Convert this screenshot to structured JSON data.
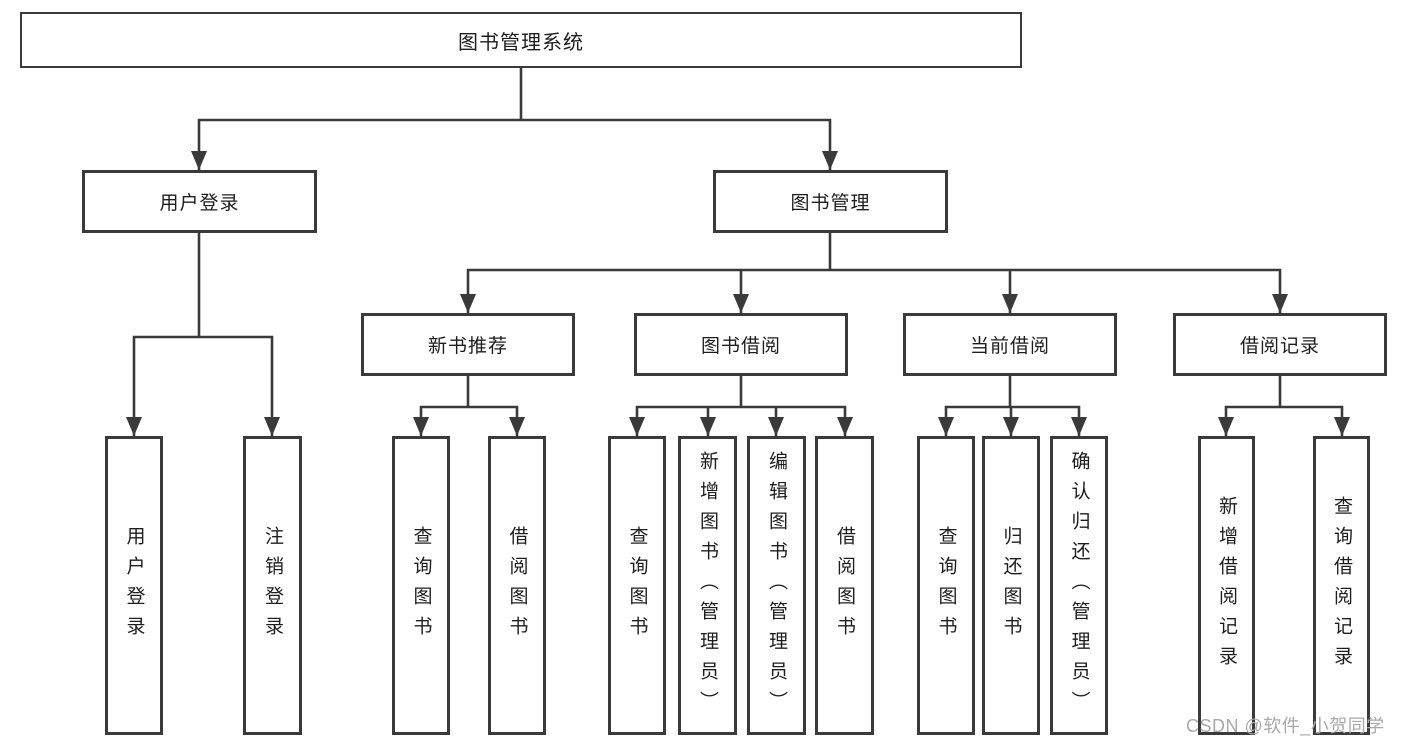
{
  "colors": {
    "line": "#3a3a3a",
    "text": "#1d1d1d",
    "watermark": "#a9a9a9",
    "background": "#ffffff"
  },
  "tree": {
    "root": {
      "label": "图书管理系统"
    },
    "branches": [
      {
        "label": "用户登录",
        "children": [
          {
            "label": "用户登录"
          },
          {
            "label": "注销登录"
          }
        ]
      },
      {
        "label": "图书管理",
        "children": [
          {
            "label": "新书推荐",
            "children": [
              {
                "label": "查询图书"
              },
              {
                "label": "借阅图书"
              }
            ]
          },
          {
            "label": "图书借阅",
            "children": [
              {
                "label": "查询图书"
              },
              {
                "label": "新增图书（管理员）"
              },
              {
                "label": "编辑图书（管理员）"
              },
              {
                "label": "借阅图书"
              }
            ]
          },
          {
            "label": "当前借阅",
            "children": [
              {
                "label": "查询图书"
              },
              {
                "label": "归还图书"
              },
              {
                "label": "确认归还（管理员）"
              }
            ]
          },
          {
            "label": "借阅记录",
            "children": [
              {
                "label": "新增借阅记录"
              },
              {
                "label": "查询借阅记录"
              }
            ]
          }
        ]
      }
    ]
  },
  "watermark": {
    "text": "CSDN @软件_小贺同学"
  }
}
